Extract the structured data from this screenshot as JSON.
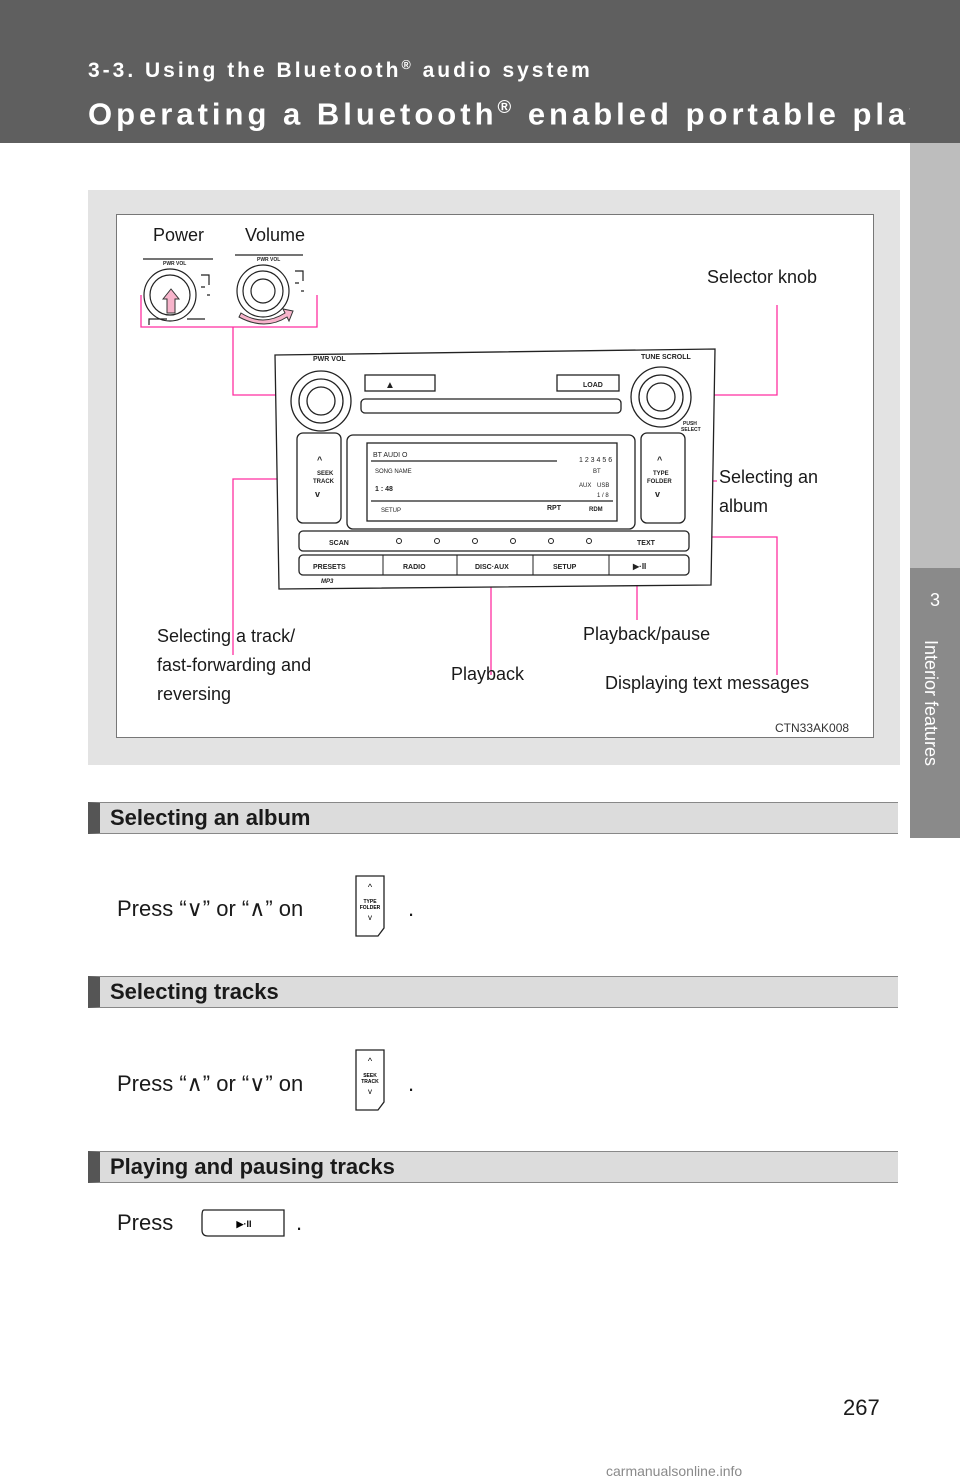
{
  "header": {
    "section": "3-3. Using the Bluetooth",
    "section_suffix": " audio system",
    "title": "Operating a Bluetooth",
    "title_suffix": " enabled portable player",
    "reg": "®"
  },
  "sidetab": {
    "chapter": "3",
    "label": "Interior features"
  },
  "figure": {
    "labels": {
      "power": "Power",
      "volume": "Volume",
      "selector_knob": "Selector knob",
      "selecting_album": "Selecting an\nalbum",
      "selecting_track": "Selecting a track/\nfast-forwarding    and\nreversing",
      "playback": "Playback",
      "playback_pause": "Playback/pause",
      "displaying_text": "Displaying text messages"
    },
    "code": "CTN33AK008",
    "radio": {
      "pwr_vol": "PWR  VOL",
      "tune_scroll": "TUNE  SCROLL",
      "load": "LOAD",
      "push_select": "PUSH\nSELECT",
      "seek_track": "SEEK\nTRACK",
      "type_folder": "TYPE\nFOLDER",
      "bt_audio": "BT   AUDI O",
      "song_name": "SONG NAME",
      "time": "1 : 48",
      "setup_small": "SETUP",
      "rpt": "RPT",
      "rdm": "RDM",
      "track_count": "1 / 8",
      "aux": "AUX",
      "usb": "USB",
      "bt": "BT",
      "presets_digits": [
        "1",
        "2",
        "3",
        "4",
        "5",
        "6"
      ],
      "scan": "SCAN",
      "text": "TEXT",
      "presets": "PRESETS",
      "radio": "RADIO",
      "disc_aux": "DISC·AUX",
      "setup": "SETUP",
      "play_pause": "▶·II",
      "mp3": "MP3"
    }
  },
  "sections": [
    {
      "heading": "Selecting an album",
      "text_pre": "Press “∨” or “∧” on",
      "text_post": ".",
      "button": "TYPE\nFOLDER"
    },
    {
      "heading": "Selecting tracks",
      "text_pre": "Press “∧” or “∨” on",
      "text_post": ".",
      "button": "SEEK\nTRACK"
    },
    {
      "heading": "Playing and pausing tracks",
      "text_pre": "Press",
      "text_post": ".",
      "button": "▶·II"
    }
  ],
  "page_number": "267",
  "watermark": "carmanualsonline.info"
}
